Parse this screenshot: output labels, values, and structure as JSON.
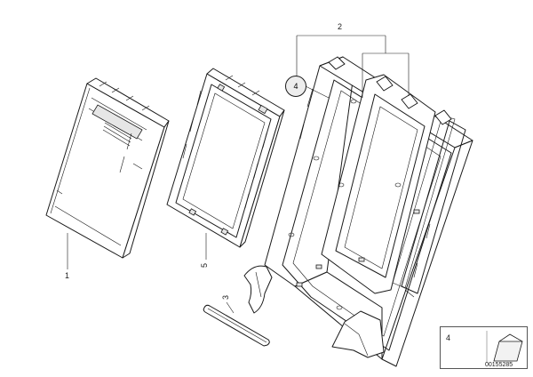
{
  "parts": [
    {
      "id": "backrest-pad",
      "label": "1"
    },
    {
      "id": "backrest-frame-assembly",
      "label": "2"
    },
    {
      "id": "trim-strip",
      "label": "3"
    },
    {
      "id": "screw",
      "label": "4"
    },
    {
      "id": "backrest-panel",
      "label": "5"
    }
  ],
  "callout_circle": {
    "label": "4"
  },
  "inset": {
    "label": "4"
  },
  "document_number": "00155285"
}
